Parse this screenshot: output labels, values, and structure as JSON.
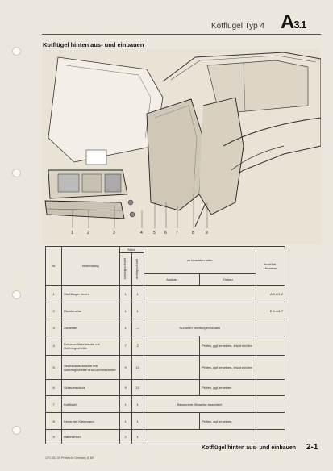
{
  "header": {
    "title": "Kotflügel Typ 4",
    "code": "A",
    "code_sub": "3.1"
  },
  "section_title": "Kotflügel hinten aus- und einbauen",
  "illustration_callouts": [
    "1",
    "2",
    "3",
    "4",
    "5",
    "6",
    "7",
    "8",
    "9"
  ],
  "table": {
    "headers": {
      "nr": "Nr.",
      "bezeichnung": "Benennung",
      "stueck": "Stück",
      "col_zweitur": "zweitürigen Modell",
      "col_viertur": "viertürigen Modell",
      "zu_beachten": "zu beachten beim",
      "ausbau": "Ausbau",
      "einbau": "Einbau",
      "ausfuehrl": "Ausführl. Hinweise"
    },
    "rows": [
      {
        "nr": "1",
        "name": "Stoßfänger hinten",
        "q2": "1",
        "q4": "1",
        "remark": "",
        "ref": "A 5.2/1-2"
      },
      {
        "nr": "2",
        "name": "Rückleuchte",
        "q2": "1",
        "q4": "1",
        "remark": "",
        "ref": "E 4.4/4-7"
      },
      {
        "nr": "3",
        "name": "Zierleiste",
        "q2": "1",
        "q4": "—",
        "remark": "Nur beim zweitürigen Modell",
        "ref": ""
      },
      {
        "nr": "4",
        "name": "Kreuzschlitzschraube mit Unterlegscheibe",
        "q2": "7",
        "q4": "2",
        "remark": "Prüfen, ggf. ersetzen, leicht einölen",
        "ref": ""
      },
      {
        "nr": "5",
        "name": "Sechskantschraube mit Unterlegscheibe und Gummischeibe",
        "q2": "9",
        "q4": "10",
        "remark": "Prüfen, ggf. ersetzen, leicht einölen",
        "ref": ""
      },
      {
        "nr": "6",
        "name": "Scheuerschutz",
        "q2": "9",
        "q4": "10",
        "remark": "Prüfen, ggf. ersetzen",
        "ref": ""
      },
      {
        "nr": "7",
        "name": "Kotflügel",
        "q2": "1",
        "q4": "1",
        "remark": "Besondere Hinweise beachten!",
        "ref": ""
      },
      {
        "nr": "8",
        "name": "Keder mit Klemmarm",
        "q2": "1",
        "q4": "1",
        "remark": "Prüfen, ggf. ersetzen",
        "ref": ""
      },
      {
        "nr": "9",
        "name": "Haltewinkel",
        "q2": "2",
        "q4": "1",
        "remark": "",
        "ref": ""
      }
    ]
  },
  "footer": {
    "title": "Kotflügel hinten aus- und einbauen",
    "page": "2-1",
    "print_info": "1/71.007.00 Printed in Germany  8. 69"
  }
}
